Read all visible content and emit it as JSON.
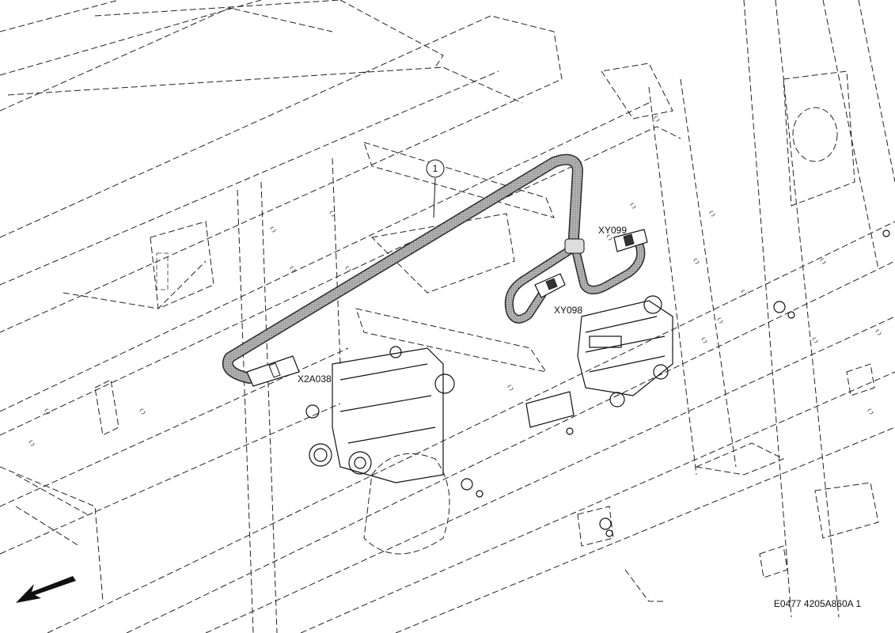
{
  "callout": {
    "number": "1"
  },
  "labels": {
    "x2a038": "X2A038",
    "xy098": "XY098",
    "xy099": "XY099"
  },
  "figure_code": "E0477 4205A860A 1",
  "colors": {
    "line": "#111111",
    "harness_fill": "#9a9a9a",
    "harness_edge": "#2a2a2a"
  }
}
